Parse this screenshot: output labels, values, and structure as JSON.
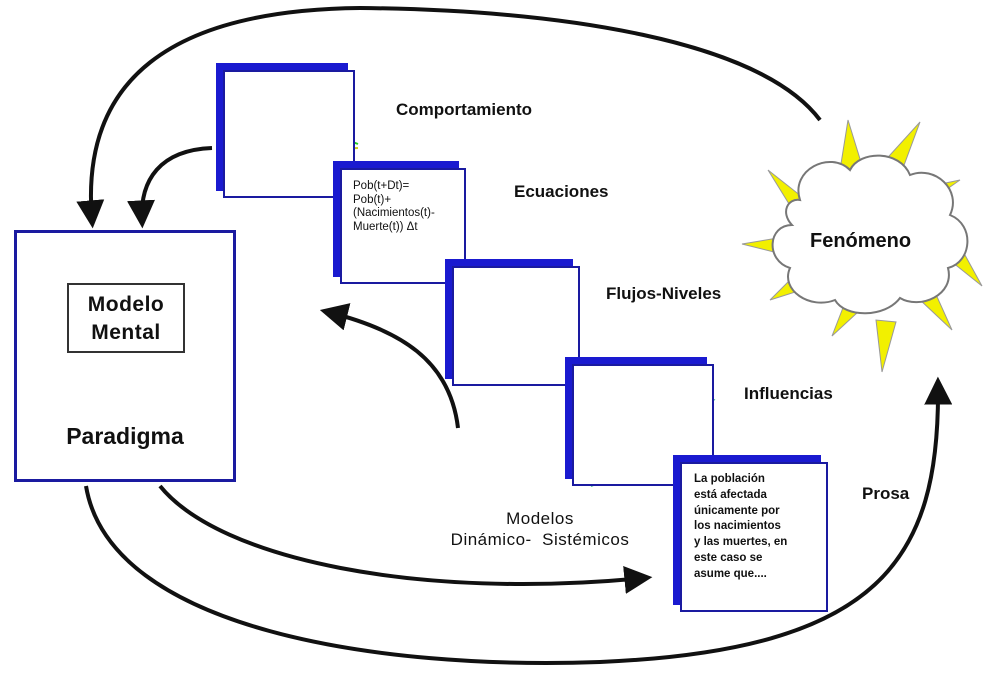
{
  "paradigma": {
    "modelo_mental_line1": "Modelo",
    "modelo_mental_line2": "Mental",
    "label": "Paradigma"
  },
  "cards": {
    "comportamiento": {
      "label": "Comportamiento"
    },
    "ecuaciones": {
      "label": "Ecuaciones",
      "text": "Pob(t+Dt)=\nPob(t)+\n(Nacimientos(t)-\nMuerte(t)) Δt"
    },
    "flujos": {
      "label": "Flujos-Niveles"
    },
    "influencias": {
      "label": "Influencias"
    },
    "prosa": {
      "label": "Prosa",
      "text": "La población\nestá afectada\núnicamente por\nlos nacimientos\ny las muertes, en\neste caso se\nasume que...."
    }
  },
  "fenomeno": {
    "label": "Fenómeno"
  },
  "modelos": {
    "line1": "Modelos",
    "line2": "Dinámico-  Sistémicos"
  },
  "colors": {
    "card_border": "#1a1aa0",
    "card_shadow": "#1a1ad0",
    "accent_green": "#1aaa8a",
    "burst_yellow": "#f2f000"
  }
}
